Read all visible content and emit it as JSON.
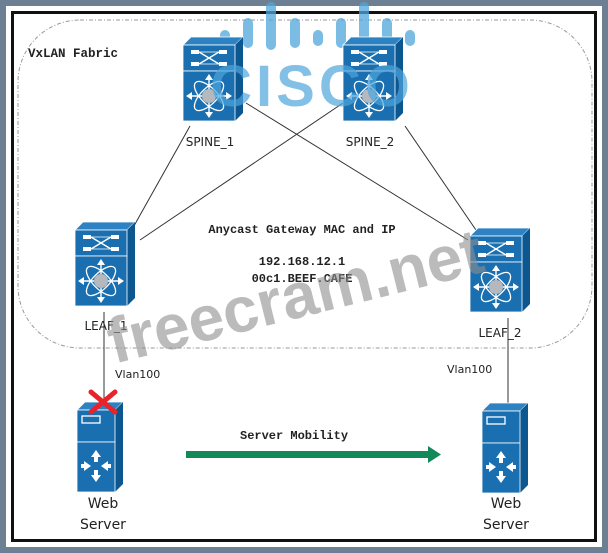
{
  "fabric": {
    "label": "VxLAN Fabric"
  },
  "nodes": {
    "spine1": {
      "label": "SPINE_1",
      "icon": "nexus-switch-icon"
    },
    "spine2": {
      "label": "SPINE_2",
      "icon": "nexus-switch-icon"
    },
    "leaf1": {
      "label": "LEAF_1",
      "icon": "nexus-switch-icon"
    },
    "leaf2": {
      "label": "LEAF_2",
      "icon": "nexus-switch-icon"
    },
    "server1": {
      "label_line1": "Web",
      "label_line2": "Server",
      "icon": "server-icon",
      "status": "disconnected"
    },
    "server2": {
      "label_line1": "Web",
      "label_line2": "Server",
      "icon": "server-icon",
      "status": "connected"
    }
  },
  "links": [
    {
      "from": "spine1",
      "to": "leaf1"
    },
    {
      "from": "spine1",
      "to": "leaf2"
    },
    {
      "from": "spine2",
      "to": "leaf1"
    },
    {
      "from": "spine2",
      "to": "leaf2"
    },
    {
      "from": "leaf1",
      "to": "server1",
      "label": "Vlan100"
    },
    {
      "from": "leaf2",
      "to": "server2",
      "label": "Vlan100"
    }
  ],
  "anycast": {
    "title": "Anycast Gateway MAC and IP",
    "ip": "192.168.12.1",
    "mac": "00c1.BEEF.CAFE"
  },
  "mobility": {
    "label": "Server Mobility",
    "direction": "left-to-right"
  },
  "watermarks": {
    "logo_text": "CISCO",
    "site_text": "freecram.net"
  },
  "colors": {
    "device_blue": "#1a6fb0",
    "device_dark": "#0f5a94",
    "arrow_green": "#13895a",
    "x_red": "#e8232a",
    "watermark_blue": "#4ea6dc",
    "watermark_gray": "#9a9a9a"
  }
}
